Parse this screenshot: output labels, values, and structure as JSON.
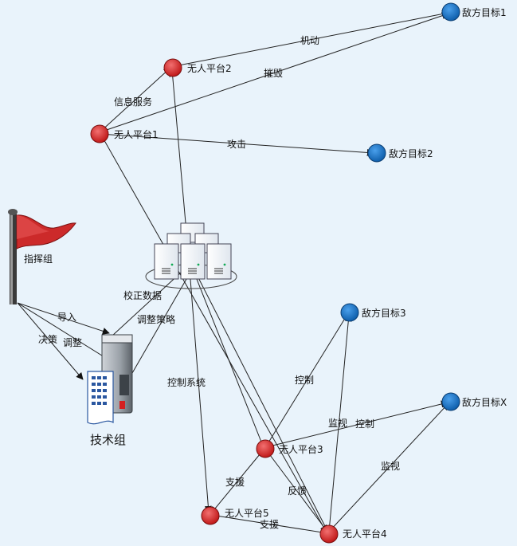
{
  "nodes": {
    "enemy1": "敌方目标1",
    "enemy2": "敌方目标2",
    "enemy3": "敌方目标3",
    "enemyX": "敌方目标X",
    "uav1": "无人平台1",
    "uav2": "无人平台2",
    "uav3": "无人平台3",
    "uav4": "无人平台4",
    "uav5": "无人平台5",
    "command": "指挥组",
    "tech": "技术组"
  },
  "edges": {
    "uav2_enemy1": "机动",
    "uav1_enemy1": "摧毁",
    "uav1_uav2": "信息服务",
    "uav1_enemy2": "攻击",
    "cmd_tech_import": "导入",
    "cmd_tech_decide": "决策",
    "cmd_tech_adjust": "调整",
    "tech_server_calib": "校正数据",
    "tech_server_strategy": "调整策略",
    "server_uav5_control": "控制系统",
    "uav3_enemy3": "控制",
    "uav3_enemyX_monitor": "监视",
    "uav3_enemyX_control": "控制",
    "uav4_enemyX": "监视",
    "uav3_uav5": "支援",
    "uav5_uav4": "支援",
    "uav3_uav4": "反馈"
  },
  "colors": {
    "background": "#e9f3fb",
    "uav_red": "#d42a2a",
    "enemy_blue": "#1a6fc2",
    "flag_red": "#cc2a2a",
    "line": "#222222"
  },
  "icons": {
    "uav": "uav-node-icon",
    "enemy": "enemy-node-icon",
    "flag": "flag-icon",
    "server": "server-cluster-icon",
    "tech": "computer-workstation-icon"
  }
}
